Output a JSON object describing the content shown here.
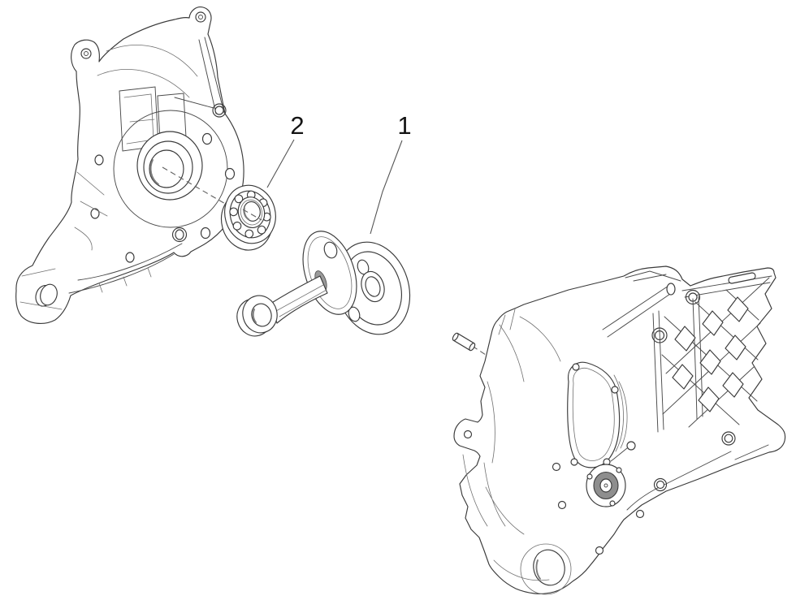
{
  "diagram": {
    "kind": "exploded-parts-line-drawing",
    "background": "#ffffff",
    "line_color": "#3a3a3a",
    "centerline_color": "#5f5f5f",
    "label_color": "#141414",
    "spline_fill": "#c9c9c9"
  },
  "callouts": [
    {
      "number": "1",
      "target": "crankshaft-assembly"
    },
    {
      "number": "2",
      "target": "main-ball-bearing"
    }
  ],
  "parts": [
    {
      "name": "crankcase-half-flywheel-side"
    },
    {
      "name": "main-ball-bearing"
    },
    {
      "name": "crankshaft-with-connecting-rod"
    },
    {
      "name": "crankcase-half-transmission-side"
    },
    {
      "name": "dowel-pin"
    }
  ]
}
